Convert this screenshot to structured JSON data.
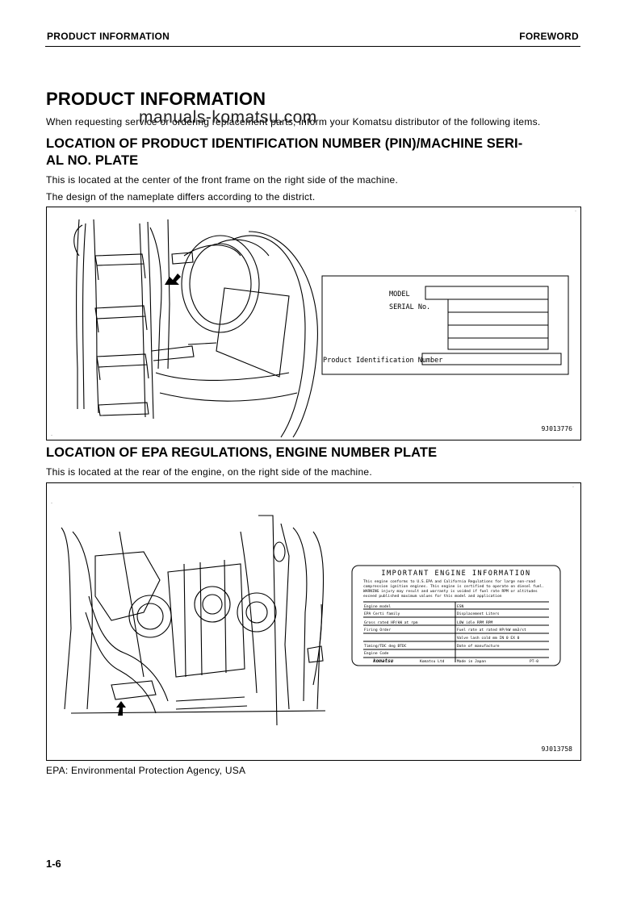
{
  "header": {
    "left": "PRODUCT INFORMATION",
    "right": "FOREWORD"
  },
  "watermark": "manuals-komatsu.com",
  "title": "PRODUCT INFORMATION",
  "intro": "When requesting service or ordering replacement parts, inform your Komatsu distributor of the following items.",
  "section1": {
    "heading_line1": "LOCATION OF PRODUCT IDENTIFICATION NUMBER (PIN)/MACHINE SERI-",
    "heading_line2": "AL NO. PLATE",
    "text1": "This is located at the center of the front frame on the right side of the machine.",
    "text2": "The design of the nameplate differs according to the district.",
    "figure": {
      "code": "9J013776",
      "plate": {
        "model_label": "MODEL",
        "serial_label": "SERIAL No.",
        "pin_label": "Product Identification Number"
      }
    }
  },
  "section2": {
    "heading": "LOCATION OF EPA REGULATIONS, ENGINE NUMBER PLATE",
    "text": "This is located at the rear of the engine, on the right side of the machine.",
    "figure": {
      "code": "9J013758",
      "plate": {
        "title": "IMPORTANT ENGINE INFORMATION",
        "notice": [
          "This engine conforms to U.S.EPA and California Regulations for large non-road",
          "compression ignition engines. This engine is certified to operate on diesel fuel.",
          "WARNING injury may result and warranty is voided if fuel rate RPM or altitudes",
          "exceed published maximum values for this model and application"
        ],
        "rows": [
          [
            "Engine model",
            "ESN"
          ],
          [
            "EPA Certi family",
            "Displacement     Liters"
          ],
          [
            "Gross rated HP/kW    at    rpm",
            "LOW idle RPM     RPM"
          ],
          [
            "Firing Order",
            "Fuel rate at rated HP/kW   mm3/st"
          ],
          [
            "",
            "Valve lash cold mm   IN 0   EX 0"
          ],
          [
            "Timing/TDC    deg BTDC",
            "Date of manufacture"
          ],
          [
            "Engine Code",
            ""
          ]
        ],
        "footer": [
          "komatsu",
          "Komatsu Ltd",
          "Made in Japan",
          "PT-0"
        ]
      }
    }
  },
  "footnote": "EPA: Environmental Protection Agency, USA",
  "page_number": "1-6"
}
